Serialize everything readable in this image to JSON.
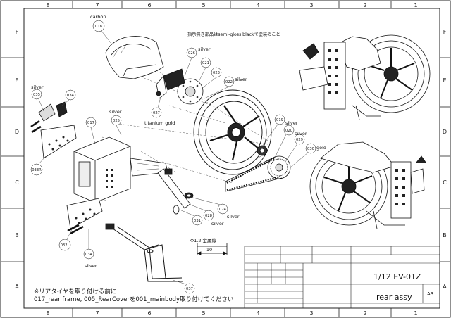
{
  "border": {
    "cols_top": [
      "8",
      "7",
      "6",
      "5",
      "4",
      "3",
      "2",
      "1"
    ],
    "cols_bottom": [
      "8",
      "7",
      "6",
      "5",
      "4",
      "3",
      "2",
      "1"
    ],
    "rows_left": [
      "F",
      "E",
      "D",
      "C",
      "B",
      "A"
    ],
    "rows_right": [
      "F",
      "E",
      "D",
      "C",
      "B",
      "A"
    ]
  },
  "instruction": "指示無き部品はsemi-gloss blackで塗装のこと",
  "callouts": {
    "c018": "018",
    "c026": "026",
    "c021": "021",
    "c023": "023",
    "c022": "022",
    "c027": "027",
    "c035": "035",
    "c034a": "034",
    "c025": "025",
    "c017": "017",
    "c033r": "033R",
    "c019": "019",
    "c020": "020",
    "c029": "029",
    "c030": "030",
    "c024": "024",
    "c028": "028",
    "c031": "031",
    "c032l": "032L",
    "c034b": "034",
    "c037": "037"
  },
  "finishes": {
    "carbon": "carbon",
    "silver_026": "silver",
    "silver_022": "silver",
    "silver_035": "silver",
    "silver_025": "silver",
    "titanium_gold": "titanium gold",
    "silver_019": "silver",
    "silver_020": "silver",
    "gold_030": "gold",
    "silver_024": "silver",
    "silver_031": "silver",
    "silver_034": "silver"
  },
  "wire": {
    "label": "Φ1.2 金属線",
    "dim": "10"
  },
  "note": {
    "line1": "※リアタイヤを取り付ける前に",
    "line2": "017_rear frame, 005_RearCoverを001_mainbody取り付けてください"
  },
  "title_block": {
    "scale_model": "1/12 EV-01Z",
    "part_name": "rear assy",
    "sheet_size": "A3"
  }
}
